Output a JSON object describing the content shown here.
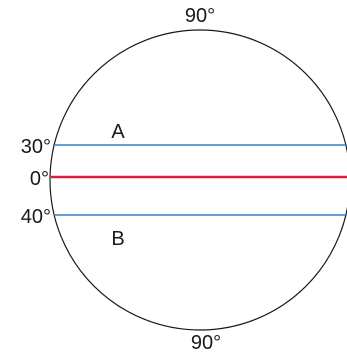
{
  "labels": {
    "top": "90°",
    "bottom": "90°",
    "lat_30": "30°",
    "equator": "0°",
    "lat_40": "40°",
    "line_a": "A",
    "line_b": "B"
  },
  "colors": {
    "circle": "#1a1a1a",
    "parallel": "#3a7bc0",
    "equator": "#d8203a"
  }
}
